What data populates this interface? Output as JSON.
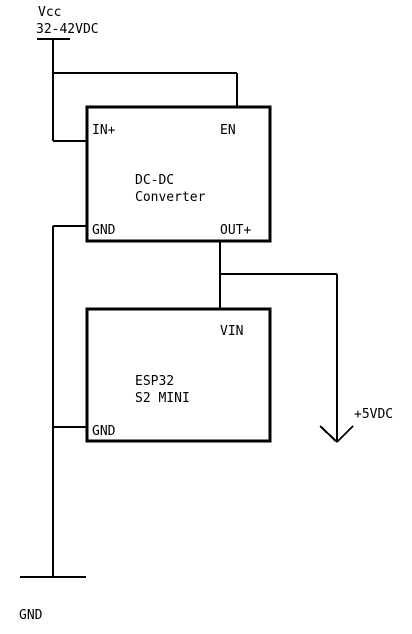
{
  "supply": {
    "label": "Vcc",
    "voltage": "32-42VDC"
  },
  "converter": {
    "title_line1": "DC-DC",
    "title_line2": "Converter",
    "pin_in_plus": "IN+",
    "pin_en": "EN",
    "pin_gnd": "GND",
    "pin_out_plus": "OUT+"
  },
  "esp": {
    "title_line1": "ESP32",
    "title_line2": "S2 MINI",
    "pin_vin": "VIN",
    "pin_gnd": "GND"
  },
  "output": {
    "label": "+5VDC"
  },
  "ground": {
    "label": "GND"
  }
}
